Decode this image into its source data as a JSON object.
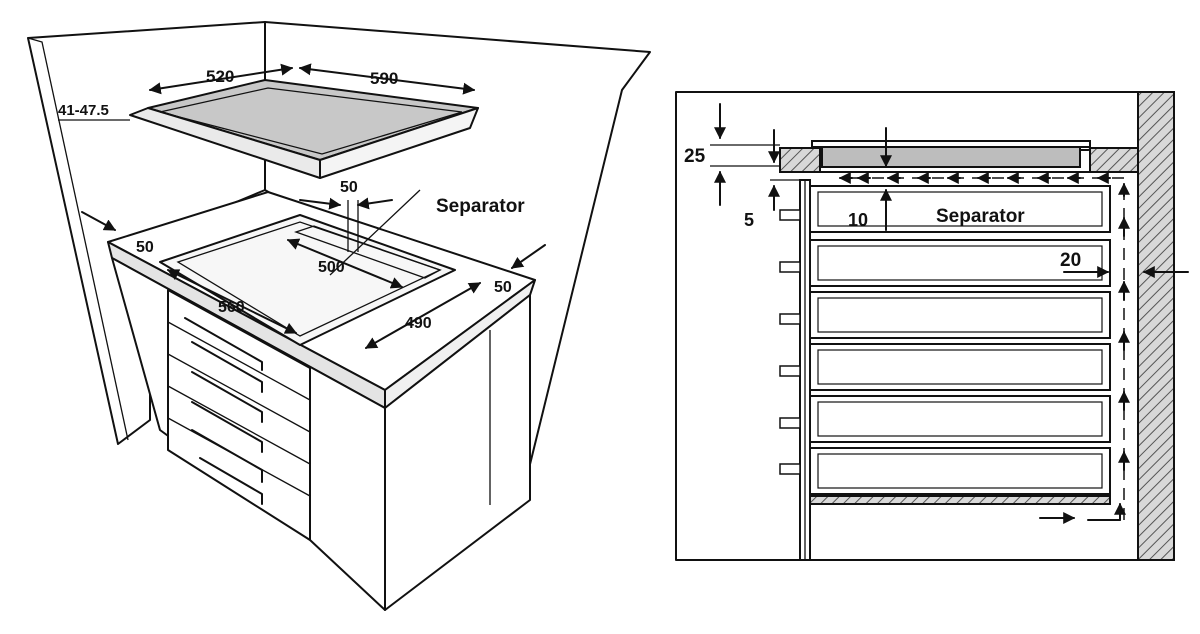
{
  "left_figure": {
    "dim_width_top": "520",
    "dim_depth_top": "590",
    "dim_thickness": "41-47.5",
    "dim_separator_gap": "50",
    "separator_label": "Separator",
    "dim_cutout_depth": "500",
    "dim_margin_left": "50",
    "dim_cutout_width": "560",
    "dim_cutout_side": "490",
    "dim_margin_right": "50"
  },
  "right_figure": {
    "dim_top_gap": "25",
    "dim_small_gap": "5",
    "dim_hob_gap": "10",
    "separator_label": "Separator",
    "dim_rear_gap": "20"
  },
  "colors": {
    "line": "#111111",
    "hob_fill": "#bdbdbd",
    "wall_hatch": "#7a7a7a",
    "background": "#ffffff"
  }
}
